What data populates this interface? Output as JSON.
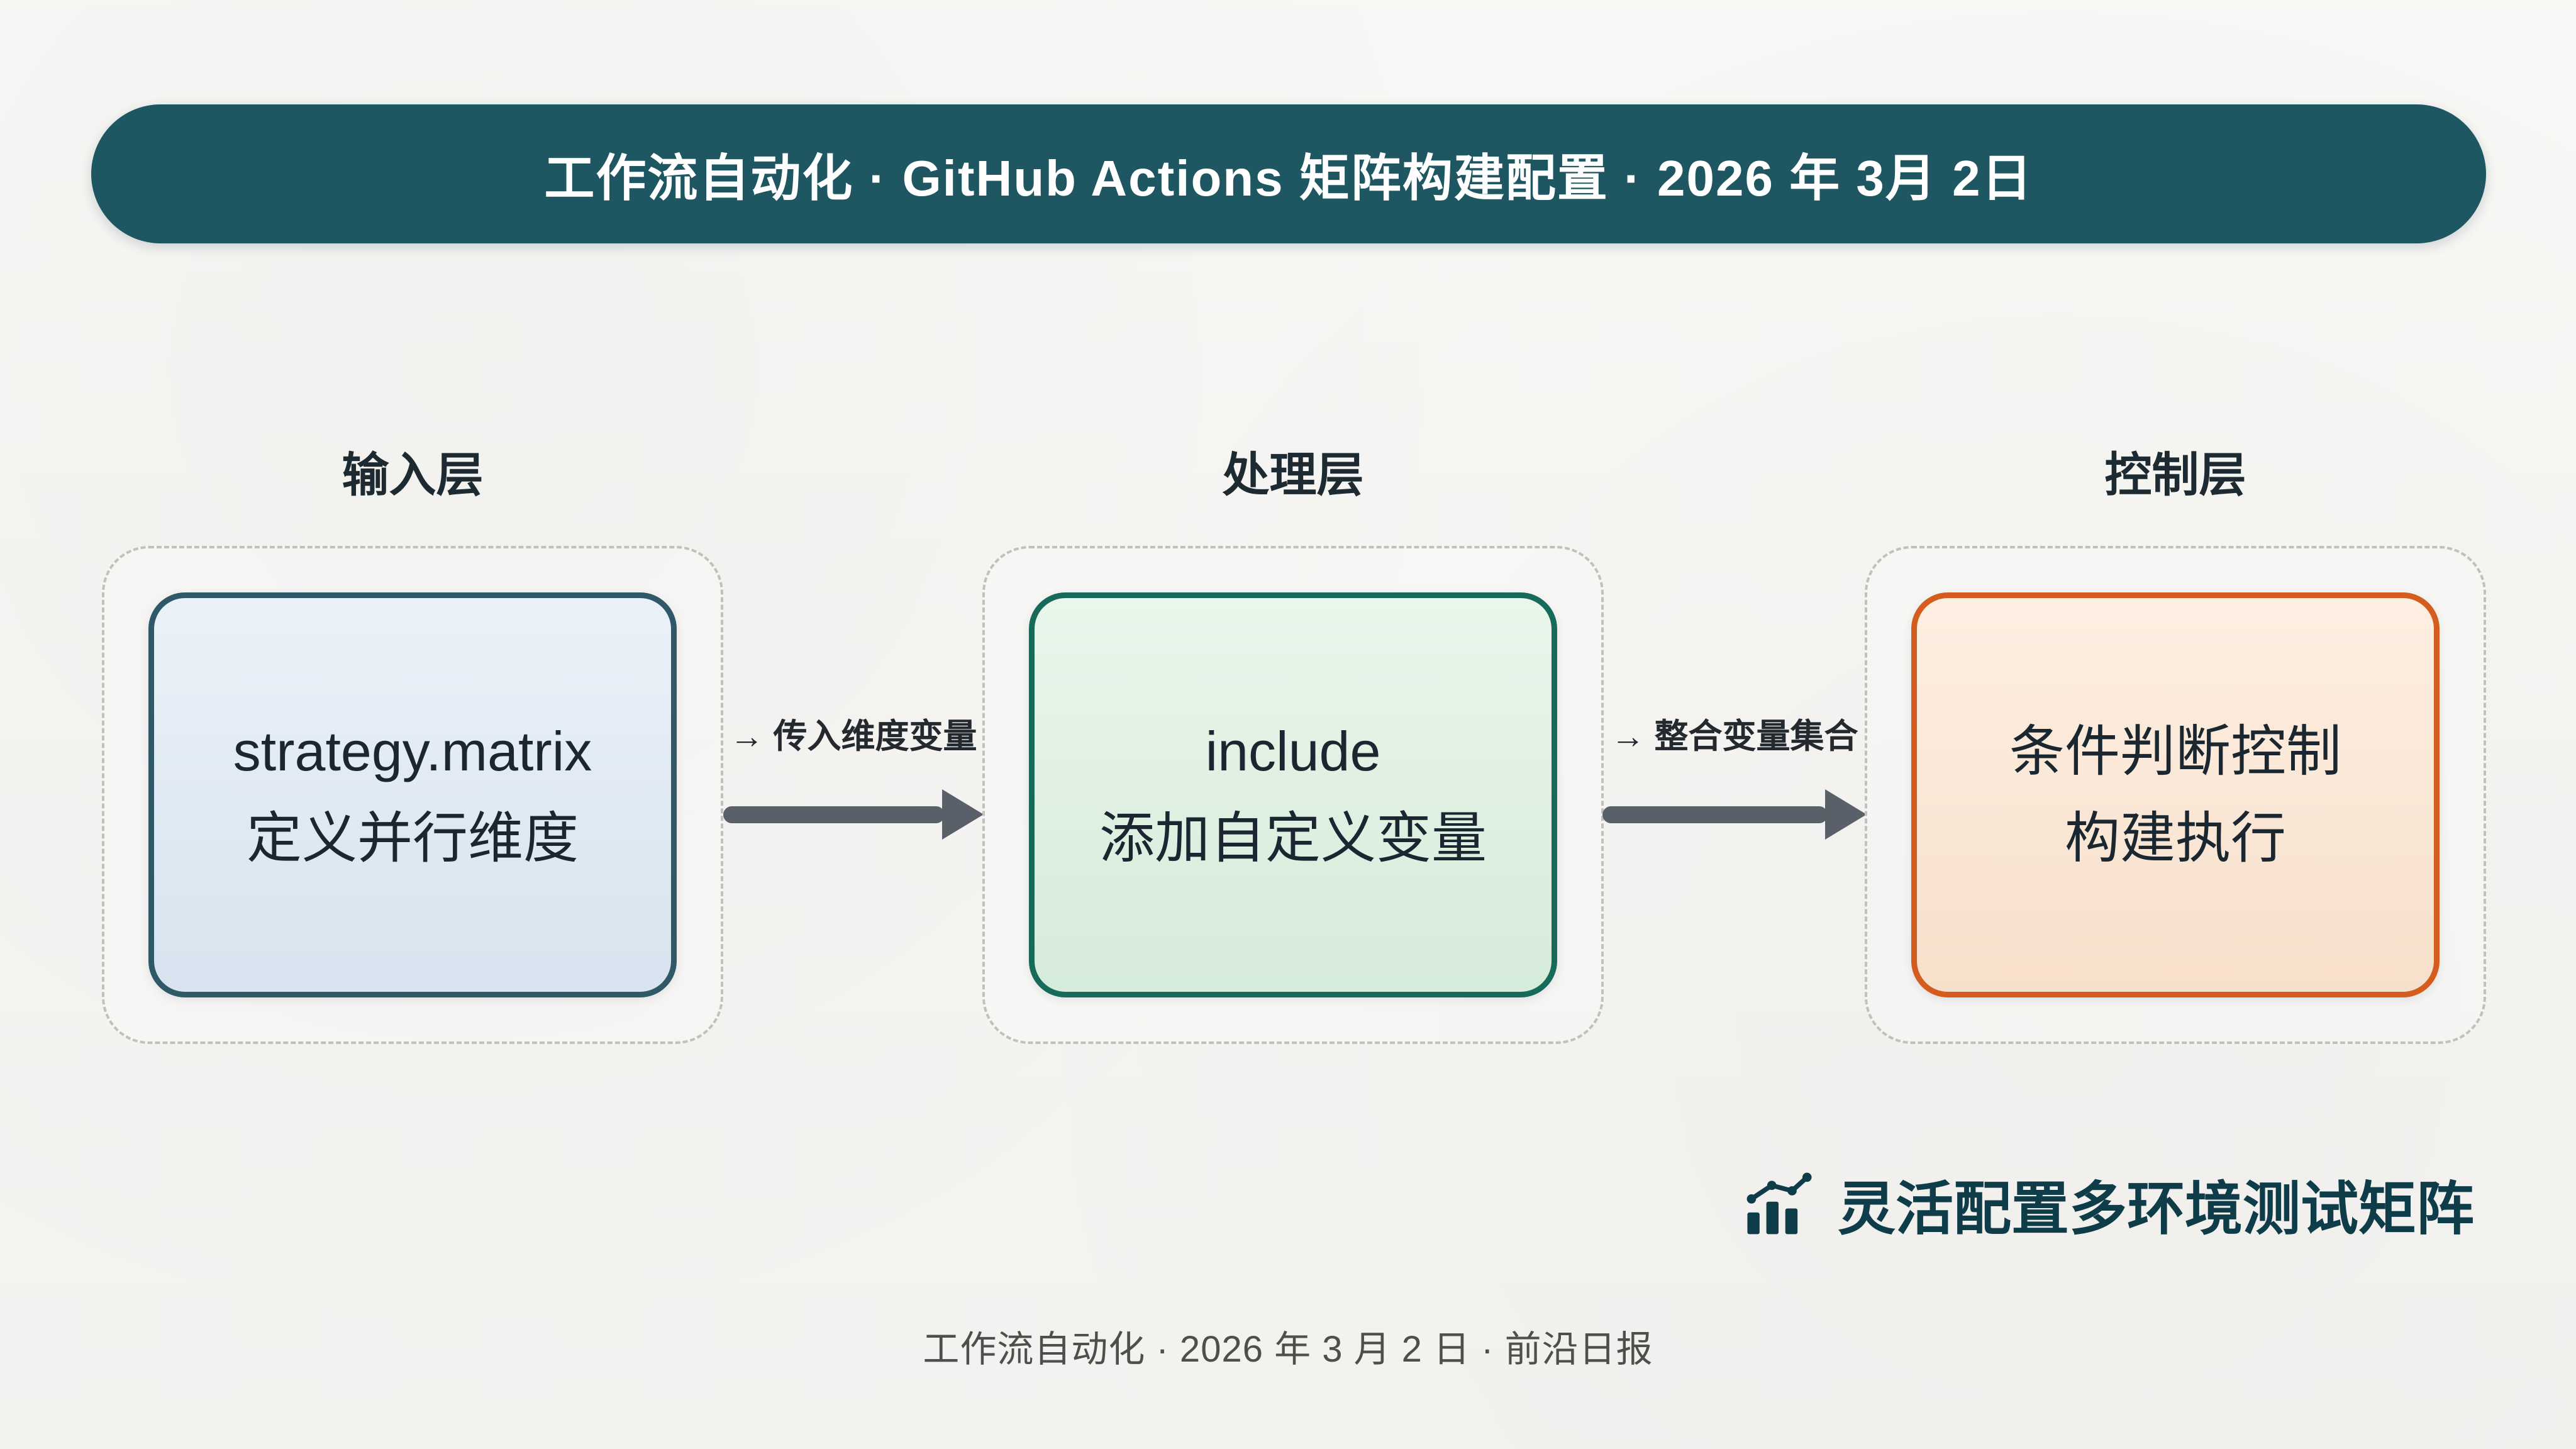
{
  "banner": {
    "title": "工作流自动化 · GitHub Actions 矩阵构建配置 · 2026 年 3月 2日"
  },
  "layers": [
    {
      "label": "输入层",
      "line1": "strategy.matrix",
      "line2": "定义并行维度"
    },
    {
      "label": "处理层",
      "line1": "include",
      "line2": "添加自定义变量"
    },
    {
      "label": "控制层",
      "line1": "条件判断控制",
      "line2": "构建执行"
    }
  ],
  "arrows": [
    {
      "label": "→ 传入维度变量"
    },
    {
      "label": "→ 整合变量集合"
    }
  ],
  "highlight": {
    "icon": "bar-chart-icon",
    "text": "灵活配置多环境测试矩阵"
  },
  "footer": {
    "text": "工作流自动化 · 2026 年 3 月 2 日 · 前沿日报"
  },
  "colors": {
    "page_bg": "#f6f5f2",
    "banner_bg": "#1e5761",
    "banner_text": "#ffffff",
    "layer_label": "#1d2a31",
    "dashed_border": "#c1c0bc",
    "input_fill": "#dce8f4",
    "input_border": "#2f5869",
    "process_fill": "#daf0de",
    "process_border": "#17695a",
    "control_fill": "#fce4cf",
    "control_border": "#d35c1e",
    "arrow": "#596069",
    "highlight_text": "#0e3c49",
    "footer_text": "#4f4e4c"
  }
}
